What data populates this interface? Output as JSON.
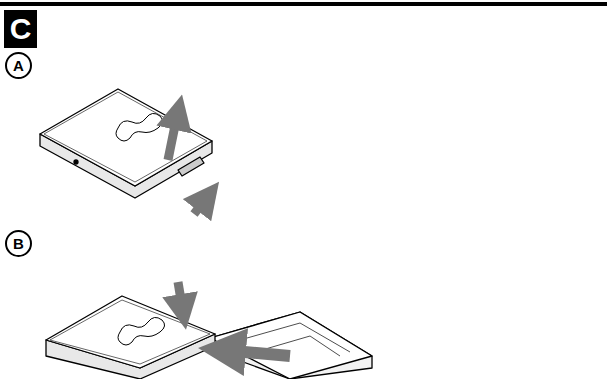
{
  "diagram": {
    "nodes": [
      {
        "text": [
          "C"
        ]
      },
      {
        "text": [
          "A"
        ]
      },
      {
        "text": [
          "B"
        ]
      }
    ]
  }
}
